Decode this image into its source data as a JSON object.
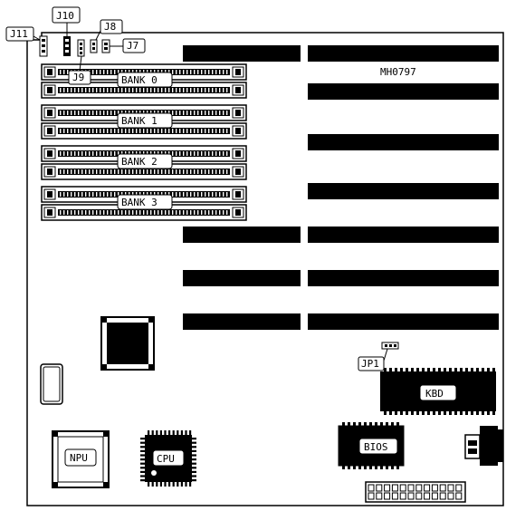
{
  "model_id": "MH0797",
  "memory_banks": [
    {
      "label": "BANK 0"
    },
    {
      "label": "BANK 1"
    },
    {
      "label": "BANK 2"
    },
    {
      "label": "BANK 3"
    }
  ],
  "jumpers": [
    {
      "label": "J11"
    },
    {
      "label": "J10"
    },
    {
      "label": "J9"
    },
    {
      "label": "J8"
    },
    {
      "label": "J7"
    },
    {
      "label": "JP1"
    }
  ],
  "chips": {
    "npu": "NPU",
    "cpu": "CPU",
    "bios": "BIOS",
    "kbd": "KBD"
  },
  "colors": {
    "ink": "#000000",
    "paper": "#ffffff"
  }
}
